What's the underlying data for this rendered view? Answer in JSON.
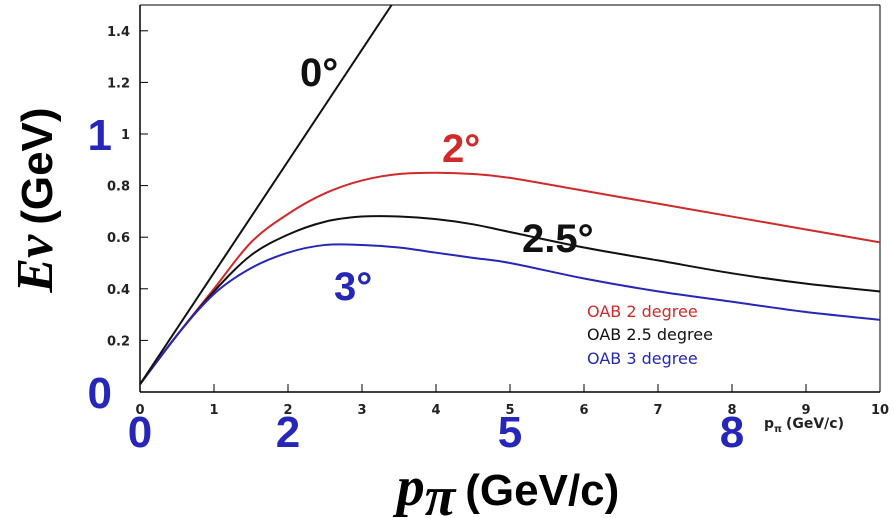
{
  "chart_data": {
    "type": "line",
    "xlim": [
      0,
      10
    ],
    "ylim": [
      0,
      1.5
    ],
    "grid": false,
    "legend_position": "bottom-right",
    "x_small_ticks": [
      "0",
      "1",
      "2",
      "3",
      "4",
      "5",
      "6",
      "7",
      "8",
      "9",
      "10"
    ],
    "y_small_ticks": [
      "0.2",
      "0.4",
      "0.6",
      "0.8",
      "1",
      "1.2",
      "1.4"
    ],
    "x_big_ticks": [
      "0",
      "2",
      "5",
      "8"
    ],
    "y_big_ticks": [
      "0",
      "1"
    ],
    "x_small_label": "p",
    "x_small_label_sub": "π",
    "x_small_label_unit": "(GeV/c)",
    "ylabel": "Eν",
    "ylabel_unit": "(GeV)",
    "xlabel": "p",
    "xlabel_sub": "π",
    "xlabel_unit": "(GeV/c)",
    "series": [
      {
        "name": "OAB 2 degree",
        "annotation": "2°",
        "color": "#d02a2a",
        "x": [
          0,
          0.5,
          1,
          1.5,
          2,
          2.5,
          3,
          3.5,
          4,
          4.5,
          5,
          6,
          7,
          8,
          9,
          10
        ],
        "y": [
          0.03,
          0.22,
          0.4,
          0.58,
          0.69,
          0.77,
          0.82,
          0.845,
          0.85,
          0.845,
          0.83,
          0.78,
          0.73,
          0.68,
          0.63,
          0.58
        ]
      },
      {
        "name": "OAB 2.5 degree",
        "annotation": "2.5°",
        "color": "#111111",
        "x": [
          0,
          0.5,
          1,
          1.5,
          2,
          2.5,
          3,
          3.5,
          4,
          4.5,
          5,
          6,
          7,
          8,
          9,
          10
        ],
        "y": [
          0.03,
          0.22,
          0.39,
          0.53,
          0.61,
          0.66,
          0.68,
          0.68,
          0.67,
          0.65,
          0.62,
          0.56,
          0.51,
          0.46,
          0.42,
          0.39
        ]
      },
      {
        "name": "OAB 3 degree",
        "annotation": "3°",
        "color": "#2626b8",
        "x": [
          0,
          0.5,
          1,
          1.5,
          2,
          2.5,
          3,
          3.5,
          4,
          4.5,
          5,
          6,
          7,
          8,
          9,
          10
        ],
        "y": [
          0.03,
          0.22,
          0.38,
          0.48,
          0.54,
          0.57,
          0.57,
          0.56,
          0.54,
          0.52,
          0.5,
          0.44,
          0.39,
          0.35,
          0.31,
          0.28
        ]
      },
      {
        "annotation": "0°",
        "color": "#111111",
        "x": [
          0,
          3.4
        ],
        "y": [
          0.03,
          1.5
        ]
      }
    ]
  }
}
